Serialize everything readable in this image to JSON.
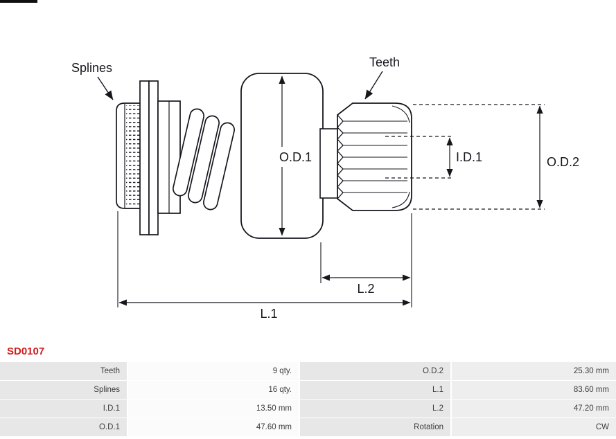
{
  "colors": {
    "accent_red": "#cf1d1d",
    "line": "#16161d",
    "table_label_bg": "#e7e7e7",
    "table_value_bg": "#fbfbfb",
    "table_value_alt_bg": "#eeeeee"
  },
  "part_code": "SD0107",
  "diagram": {
    "labels": {
      "splines": "Splines",
      "teeth": "Teeth",
      "od1": "O.D.1",
      "id1": "I.D.1",
      "od2": "O.D.2",
      "l2": "L.2",
      "l1": "L.1"
    }
  },
  "table": {
    "rows": [
      {
        "label1": "Teeth",
        "value1": "9 qty.",
        "label2": "O.D.2",
        "value2": "25.30 mm"
      },
      {
        "label1": "Splines",
        "value1": "16 qty.",
        "label2": "L.1",
        "value2": "83.60 mm"
      },
      {
        "label1": "I.D.1",
        "value1": "13.50 mm",
        "label2": "L.2",
        "value2": "47.20 mm"
      },
      {
        "label1": "O.D.1",
        "value1": "47.60 mm",
        "label2": "Rotation",
        "value2": "CW"
      }
    ]
  }
}
